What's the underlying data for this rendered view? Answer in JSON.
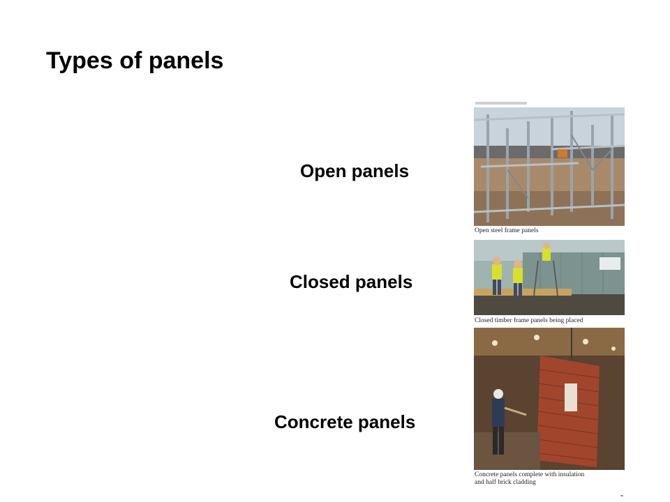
{
  "slide": {
    "title": "Types of panels",
    "labels": {
      "open": "Open panels",
      "closed": "Closed panels",
      "concrete": "Concrete panels"
    }
  },
  "photos": [
    {
      "caption": "Open steel frame panels"
    },
    {
      "caption": "Closed timber frame panels being placed"
    },
    {
      "caption_line1": "Concrete panels complete with insulation",
      "caption_line2": "and half brick cladding"
    }
  ]
}
